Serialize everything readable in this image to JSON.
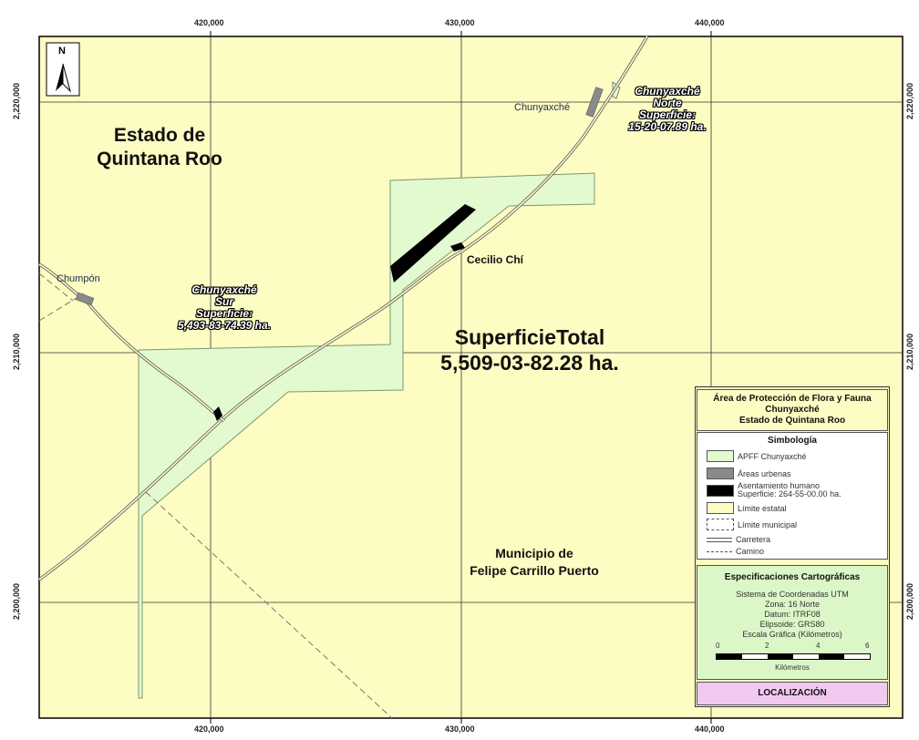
{
  "grid": {
    "x_labels": [
      "420,000",
      "430,000",
      "440,000"
    ],
    "y_labels": [
      "2,220,000",
      "2,210,000",
      "2,200,000"
    ]
  },
  "north": "N",
  "state_label": [
    "Estado de",
    "Quintana Roo"
  ],
  "municipio_label": [
    "Municipio de",
    "Felipe Carrillo Puerto"
  ],
  "total": [
    "SuperficieTotal",
    "5,509-03-82.28 ha."
  ],
  "places": {
    "chunyaxche": "Chunyaxché",
    "chumpon": "Chumpón",
    "cecilio": "Cecilio Chí"
  },
  "norte_block": [
    "Chunyaxché",
    "Norte",
    "Superficie:",
    "15-20-07.89 ha."
  ],
  "sur_block": [
    "Chunyaxché",
    "Sur",
    "Superficie:",
    "5,493-83-74.39 ha."
  ],
  "legend": {
    "title": [
      "Área de Protección de Flora y Fauna",
      "Chunyaxché",
      "Estado de Quintana Roo"
    ],
    "simbologia": "Simbología",
    "items": [
      {
        "label": "APFF Chunyaxché",
        "color": "#e3f9cf"
      },
      {
        "label": "Áreas urbenas",
        "color": "#8a8a8a"
      },
      {
        "label": "Asentamiento humano",
        "label2": "Superficie: 264-55-00.00 ha.",
        "color": "#000000"
      },
      {
        "label": "Límite estatal",
        "color": "#fdfcc2"
      },
      {
        "label": "Límite municipal",
        "color": "#ffffff"
      },
      {
        "label": "Carretera"
      },
      {
        "label": "Camino"
      }
    ]
  },
  "specs": {
    "title": "Especificaciones Cartográficas",
    "lines": [
      "Sistema de Coordenadas UTM",
      "Zona: 16 Norte",
      "Datum: ITRF08",
      "Elipsoide: GRS80",
      "Escala Gráfica (Kilómetros)"
    ],
    "scale_ticks": [
      "0",
      "2",
      "4",
      "6"
    ],
    "scale_unit": "Kilómetros"
  },
  "localizacion": "LOCALIZACIÓN",
  "colors": {
    "land": "#fdfcc2",
    "apff": "#e3f9cf",
    "urban": "#8a8a8a",
    "settlement": "#000000",
    "specs_bg": "#dbf7c7",
    "loc_bg": "#f0c8f0"
  }
}
